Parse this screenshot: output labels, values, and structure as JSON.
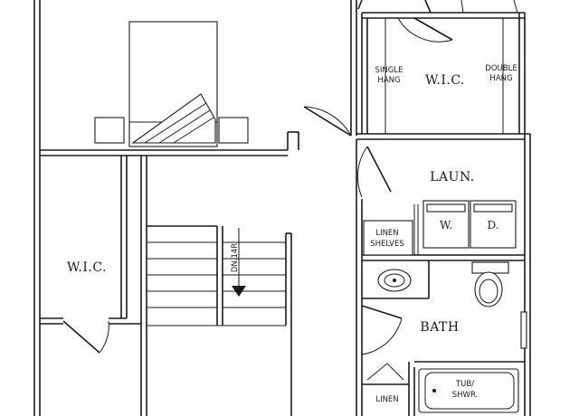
{
  "rooms": {
    "wic_upper": "W.I.C.",
    "single_hang": [
      "SINGLE",
      "HANG"
    ],
    "double_hang": [
      "DOUBLE",
      "HANG"
    ],
    "laundry": "LAUN.",
    "washer": "W.",
    "dryer": "D.",
    "linen_shelves": [
      "LINEN",
      "SHELVES"
    ],
    "wic_left": "W.I.C.",
    "stair": "DN.14R",
    "bath": "BATH",
    "tub": [
      "TUB/",
      "SHWR."
    ],
    "linen": "LINEN"
  }
}
